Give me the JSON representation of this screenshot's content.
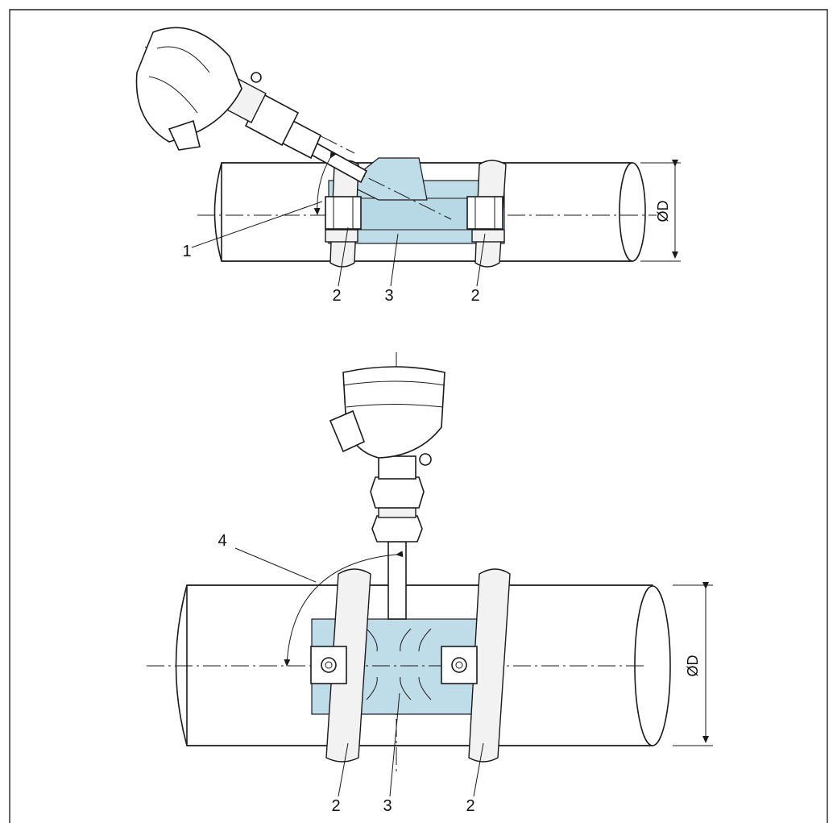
{
  "top_view": {
    "callouts": [
      "1",
      "2",
      "3",
      "2"
    ],
    "diameter_label": "ØD"
  },
  "bottom_view": {
    "callouts": [
      "4",
      "2",
      "3",
      "2"
    ],
    "diameter_label": "ØD"
  },
  "colors": {
    "strap_on_block": "#bfdde9",
    "outline": "#1a1a1a",
    "background": "#ffffff"
  }
}
